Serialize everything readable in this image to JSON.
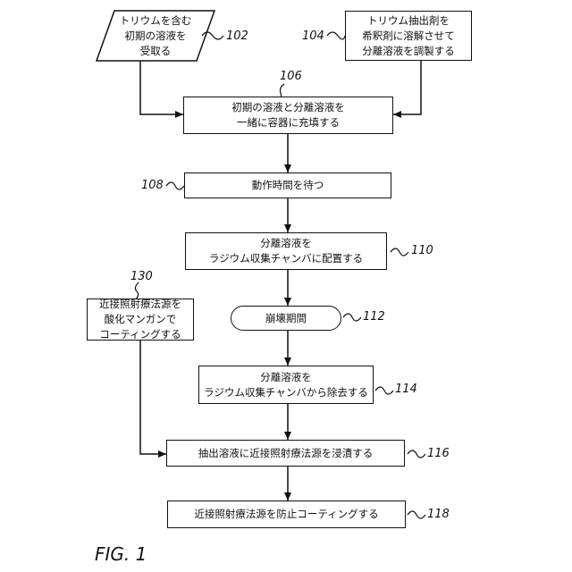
{
  "nodes": {
    "n102": {
      "lines": [
        "トリウムを含む",
        "初期の溶液を",
        "受取る"
      ],
      "ref": "102"
    },
    "n104": {
      "lines": [
        "トリウム抽出剤を",
        "希釈剤に溶解させて",
        "分離溶液を調製する"
      ],
      "ref": "104"
    },
    "n106": {
      "lines": [
        "初期の溶液と分離溶液を",
        "一緒に容器に充填する"
      ],
      "ref": "106"
    },
    "n108": {
      "lines": [
        "動作時間を待つ"
      ],
      "ref": "108"
    },
    "n110": {
      "lines": [
        "分離溶液を",
        "ラジウム収集チャンバに配置する"
      ],
      "ref": "110"
    },
    "n112": {
      "lines": [
        "崩壊期間"
      ],
      "ref": "112"
    },
    "n114": {
      "lines": [
        "分離溶液を",
        "ラジウム収集チャンバから除去する"
      ],
      "ref": "114"
    },
    "n130": {
      "lines": [
        "近接照射療法源を",
        "酸化マンガンで",
        "コーティングする"
      ],
      "ref": "130"
    },
    "n116": {
      "lines": [
        "抽出溶液に近接照射療法源を浸漬する"
      ],
      "ref": "116"
    },
    "n118": {
      "lines": [
        "近接照射療法源を防止コーティングする"
      ],
      "ref": "118"
    }
  },
  "figure_label": "FIG. 1"
}
